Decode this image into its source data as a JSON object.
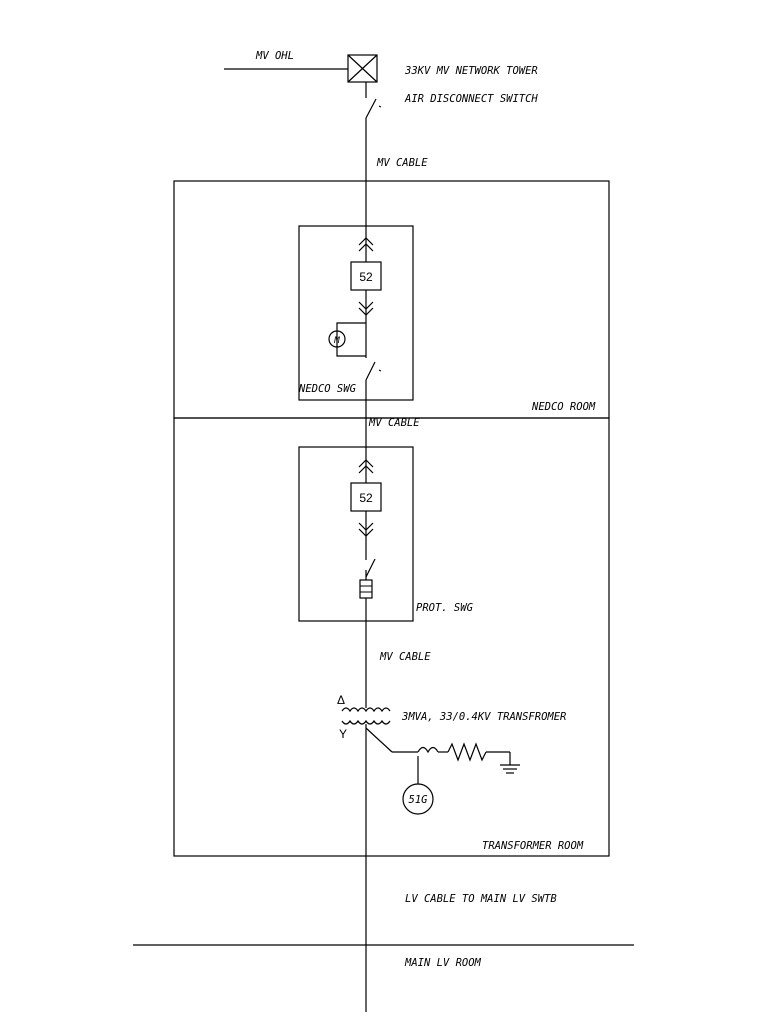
{
  "labels": {
    "mv_ohl": "MV OHL",
    "tower": "33KV MV NETWORK TOWER",
    "air_switch": "AIR DISCONNECT SWITCH",
    "mv_cable_1": "MV CABLE",
    "breaker_1": "52",
    "motor": "M",
    "nedco_swg": "NEDCO SWG",
    "nedco_room": "NEDCO ROOM",
    "mv_cable_2": "MV CABLE",
    "breaker_2": "52",
    "prot_swg": "PROT. SWG",
    "mv_cable_3": "MV CABLE",
    "delta": "Δ",
    "wye": "Y",
    "transformer": "3MVA, 33/0.4KV TRANSFROMER",
    "relay": "51G",
    "transformer_room": "TRANSFORMER ROOM",
    "lv_cable": "LV CABLE TO MAIN LV SWTB",
    "main_lv_room": "MAIN LV ROOM"
  },
  "colors": {
    "line": "#000000",
    "background": "#ffffff"
  }
}
